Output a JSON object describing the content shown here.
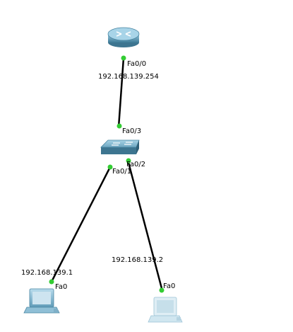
{
  "devices": {
    "router": {
      "icon": "router-icon"
    },
    "switch": {
      "icon": "switch-icon"
    },
    "pc_left": {
      "icon": "pc-icon"
    },
    "pc_right": {
      "icon": "pc-icon"
    }
  },
  "links": {
    "router_switch": {
      "router_port": "Fa0/0",
      "router_ip": "192.168.139.254",
      "switch_port": "Fa0/3"
    },
    "switch_pc_left": {
      "switch_port": "Fa0/1",
      "pc_ip": "192.168.139.1",
      "pc_port": "Fa0"
    },
    "switch_pc_right": {
      "switch_port": "Fa0/2",
      "pc_ip": "192.168.139.2",
      "pc_port": "Fa0"
    }
  },
  "colors": {
    "link": "#000000",
    "port_up": "#33cc33",
    "device_body": "#6fa8c4",
    "device_dark": "#3d7590",
    "screen": "#cde4f0"
  }
}
